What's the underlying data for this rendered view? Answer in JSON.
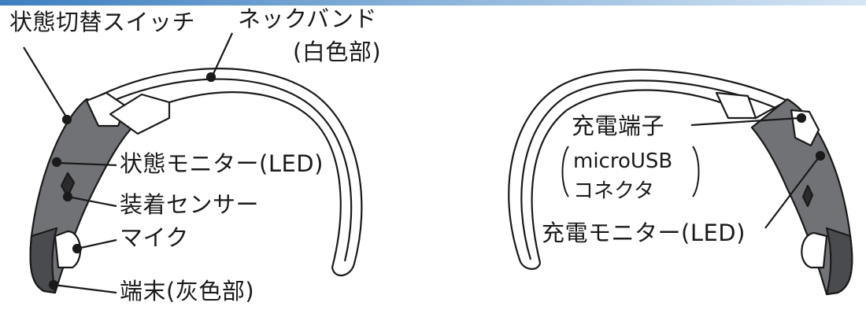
{
  "colors": {
    "top_bar": "#3d7fbf",
    "terminal_gray": "#707275",
    "terminal_gray_dark": "#4a4b4e",
    "outline": "#1a1a1a",
    "band_white": "#ffffff"
  },
  "labels": {
    "state_switch": "状態切替スイッチ",
    "neckband": "ネックバンド",
    "neckband_sub": "(白色部)",
    "state_monitor": "状態モニター(LED)",
    "wear_sensor": "装着センサー",
    "mic": "マイク",
    "terminal": "端末(灰色部)",
    "charge_terminal": "充電端子",
    "charge_terminal_detail_1": "microUSB",
    "charge_terminal_detail_2": "コネクタ",
    "charge_monitor": "充電モニター(LED)"
  }
}
